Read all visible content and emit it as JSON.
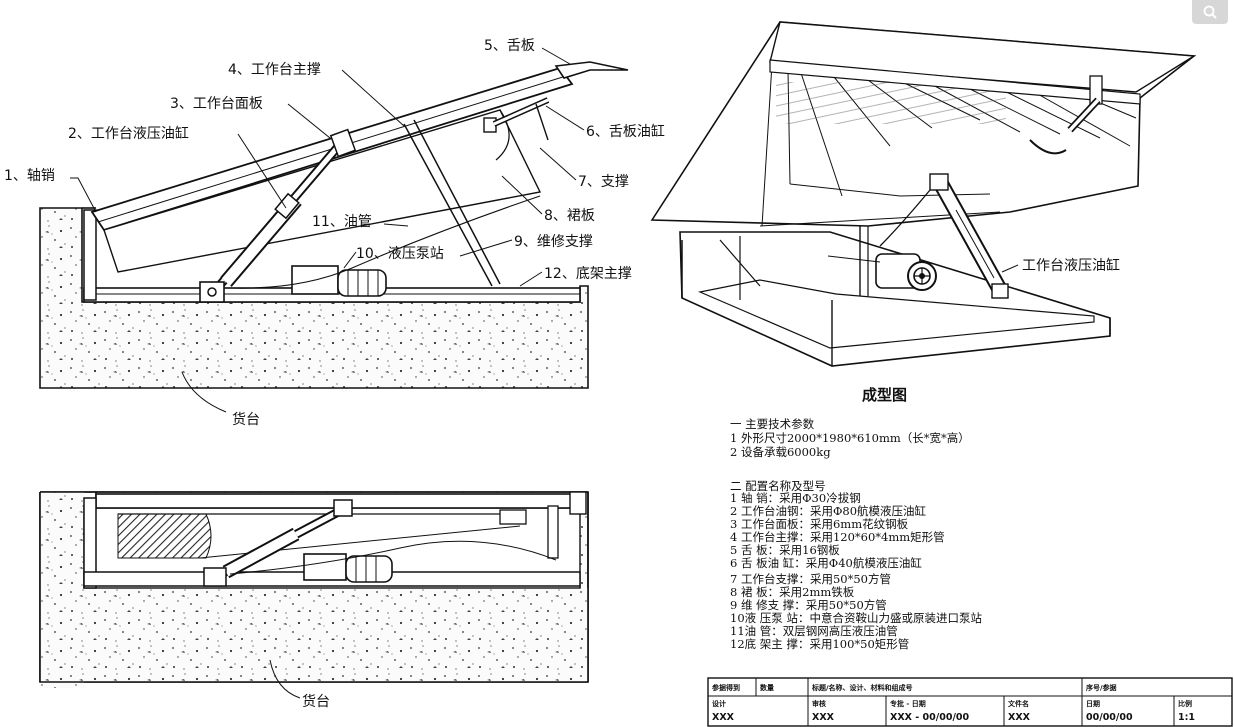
{
  "side_view": {
    "labels": {
      "p1": "1、轴销",
      "p2": "2、工作台液压油缸",
      "p3": "3、工作台面板",
      "p4": "4、工作台主撑",
      "p5": "5、舌板",
      "p6": "6、舌板油缸",
      "p7": "7、支撑",
      "p8": "8、裙板",
      "p9": "9、维修支撑",
      "p10": "10、液压泵站",
      "p11": "11、油管",
      "p12": "12、底架主撑"
    },
    "ground_label": "货台"
  },
  "bottom_view": {
    "ground_label": "货台"
  },
  "iso_view": {
    "cylinder_label": "工作台液压油缸",
    "caption": "成型图"
  },
  "specs": {
    "section1_title": "一  主要技术参数",
    "section1_lines": [
      "1  外形尺寸2000*1980*610mm（长*宽*高）",
      "2  设备承载6000kg"
    ],
    "section2_title": "二   配置名称及型号",
    "items": [
      "1  轴            销：采用Φ30冷拔钢",
      "2  工作台油钢：采用Φ80航模液压油缸",
      "3  工作台面板：采用6mm花纹钢板",
      "4  工作台主撑：采用120*60*4mm矩形管",
      "5  舌            板：采用16钢板",
      "6  舌  板油  缸：采用Φ40航模液压油缸",
      "7  工作台支撑：采用50*50方管",
      "8  裙            板：采用2mm铁板",
      "9  维  修支  撑：采用50*50方管",
      "10液  压泵  站：中意合资鞍山力盛或原装进口泵站",
      "11油            管：双层钢网高压液压油管",
      "12底  架主  撑：采用100*50矩形管"
    ]
  },
  "title_block": {
    "h1": "参据得到",
    "h2": "数量",
    "h3": "标题/名称、设计、材料和组成号",
    "h4": "序号/参据",
    "r_labels": [
      "设计",
      "审核",
      "专批 - 日期",
      "文件名",
      "日期",
      "比例"
    ],
    "r_values": [
      "XXX",
      "XXX",
      "XXX - 00/00/00",
      "XXX",
      "00/00/00",
      "1:1"
    ]
  },
  "ui": {
    "zoom_icon": "search-icon"
  }
}
